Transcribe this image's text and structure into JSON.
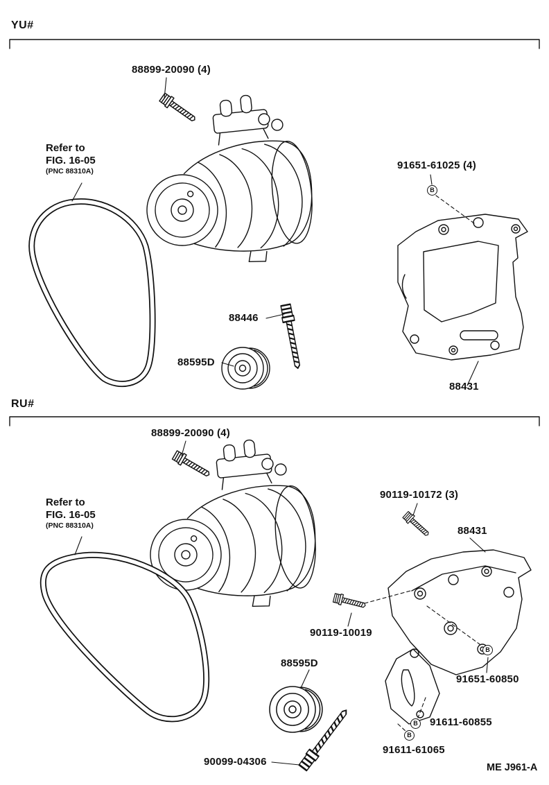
{
  "page": {
    "background": "#ffffff",
    "ink": "#111111",
    "doc_code": "ME J961-A",
    "b_marker": "B",
    "yu": {
      "header": "YU#",
      "labels": {
        "mount_bolt": "88899-20090 (4)",
        "refer_line1": "Refer to",
        "refer_line2": "FIG. 16-05",
        "refer_line3": "(PNC 88310A)",
        "bracket_bolt": "91651-61025 (4)",
        "adjust_bolt": "88446",
        "idler_pulley": "88595D",
        "bracket": "88431"
      }
    },
    "ru": {
      "header": "RU#",
      "labels": {
        "mount_bolt": "88899-20090 (4)",
        "refer_line1": "Refer to",
        "refer_line2": "FIG. 16-05",
        "refer_line3": "(PNC 88310A)",
        "stud_bolt": "90119-10172 (3)",
        "bracket": "88431",
        "flange_bolt": "90119-10019",
        "idler_pulley": "88595D",
        "nut_upper": "91651-60850",
        "nut_middle": "91611-60855",
        "nut_lower": "91611-61065",
        "long_bolt": "90099-04306"
      }
    }
  }
}
